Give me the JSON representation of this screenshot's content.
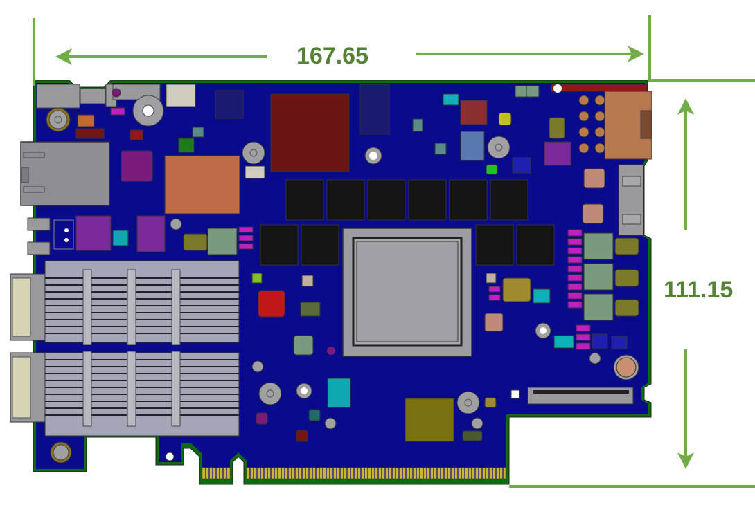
{
  "diagram": {
    "type": "pcb-mechanical-drawing",
    "subject": "network adapter card (top view)",
    "dimensions": {
      "width": {
        "value": "167.65",
        "orientation": "horizontal"
      },
      "height": {
        "value": "111.15",
        "orientation": "vertical"
      }
    },
    "colors": {
      "dimension_line": "#70ad47",
      "dimension_text": "#538135",
      "pcb_substrate": "#0a0a8c",
      "pcb_edge": "#0e6b0e",
      "heatsink_metal": "#9a9cad",
      "asic_lid": "#9c9ca2",
      "memory_chip": "#111111",
      "gold_finger": "#c9b534",
      "copper_pad": "#b06a45"
    },
    "components": [
      {
        "id": "rj45-port",
        "label": "RJ45 port"
      },
      {
        "id": "qsfp-cage-top",
        "label": "QSFP cage 1"
      },
      {
        "id": "qsfp-cage-bottom",
        "label": "QSFP cage 2"
      },
      {
        "id": "main-asic",
        "label": "Main ASIC"
      },
      {
        "id": "memory-array",
        "label": "Memory chips",
        "count": 10
      },
      {
        "id": "power-connector",
        "label": "Power connector"
      },
      {
        "id": "pcie-edge-connector",
        "label": "PCIe edge connector"
      },
      {
        "id": "mezz-connector",
        "label": "Board-to-board connector"
      },
      {
        "id": "usb-connector",
        "label": "Side connector"
      }
    ]
  }
}
